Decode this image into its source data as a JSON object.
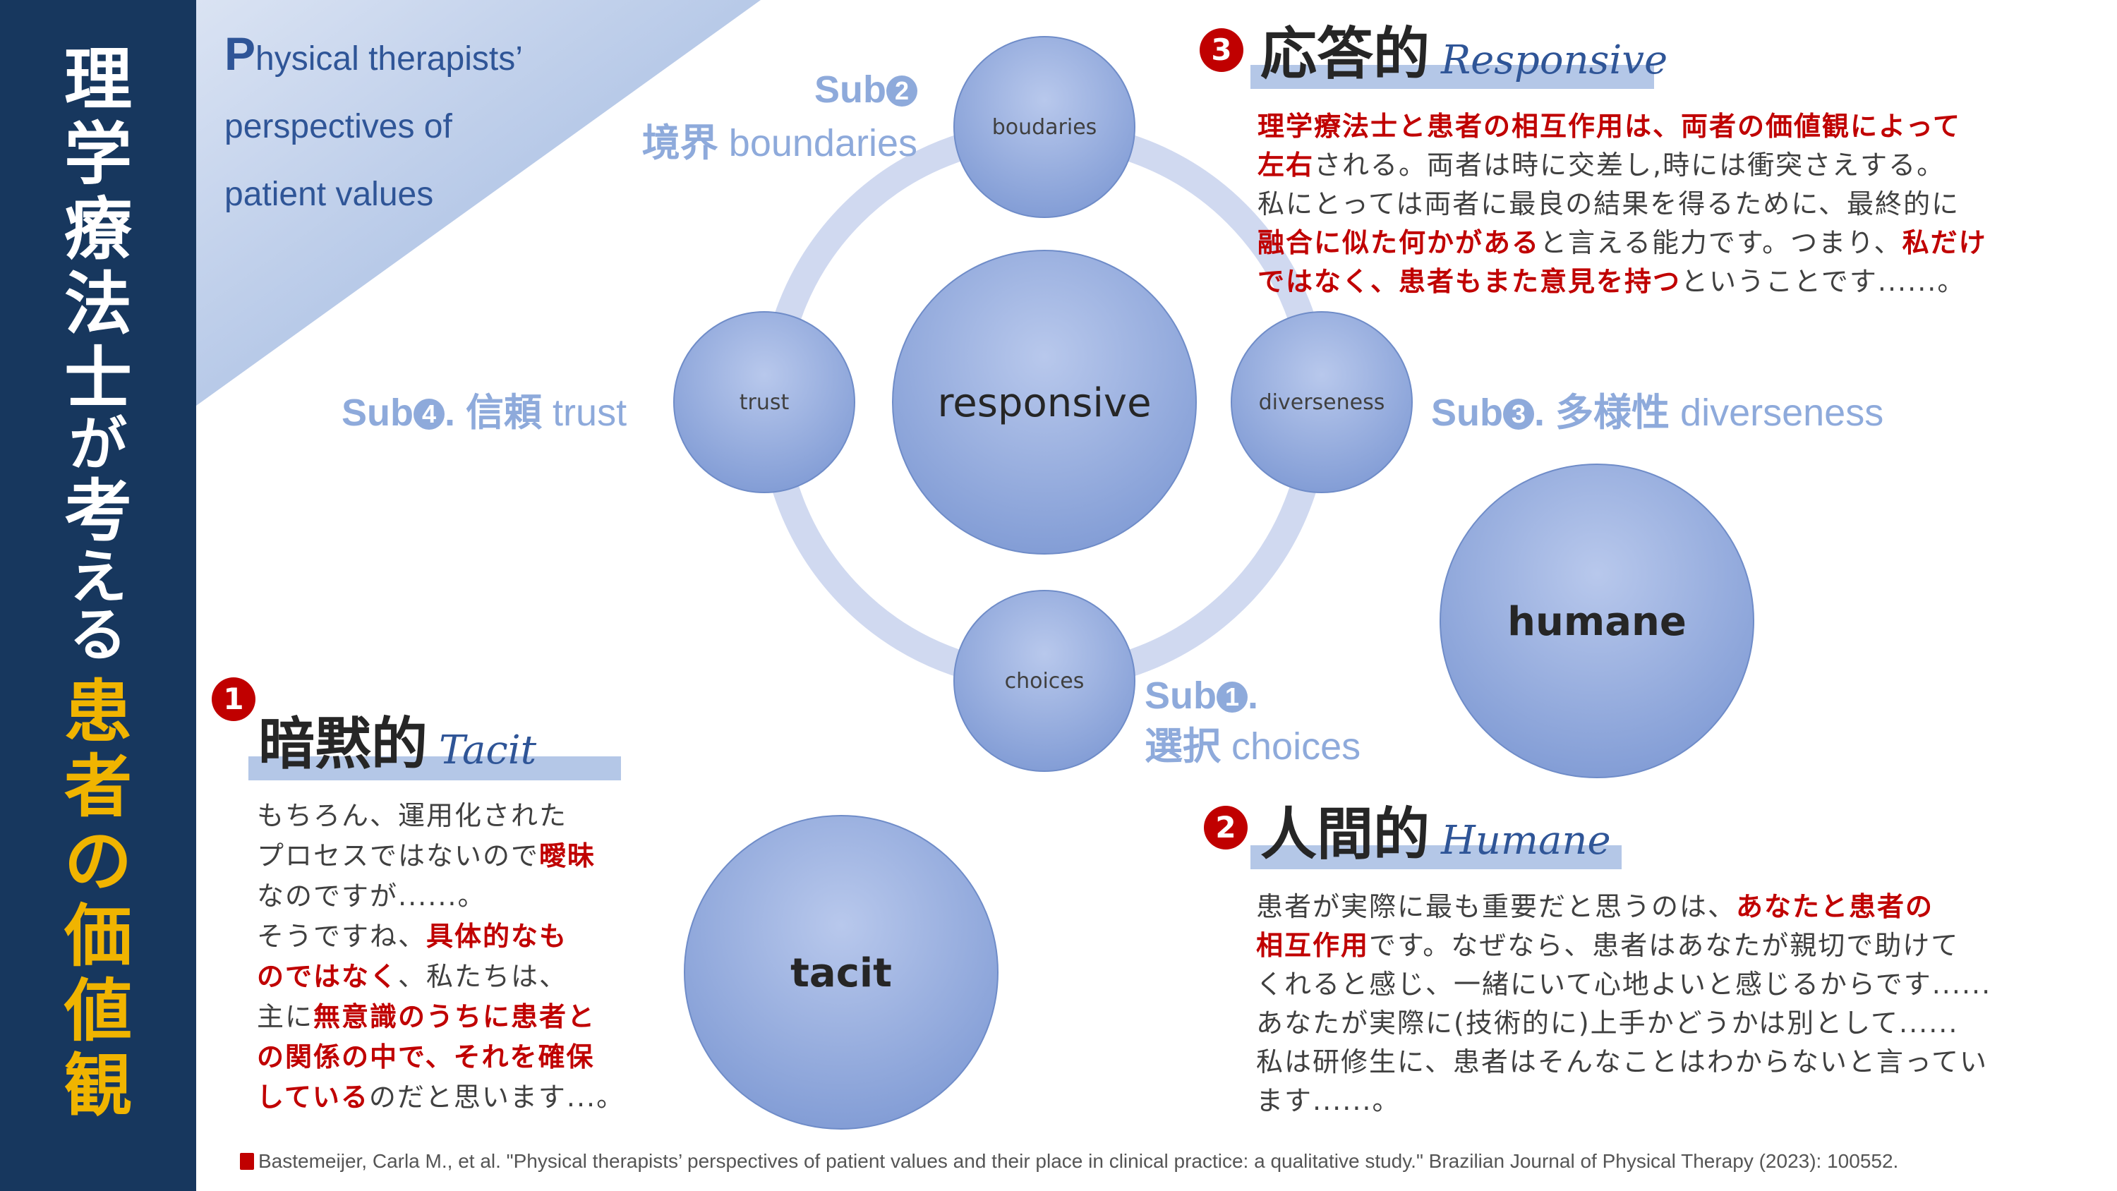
{
  "sidebar": {
    "title_white": [
      "理",
      "学",
      "療",
      "法",
      "士",
      "が",
      "考",
      "え",
      "る"
    ],
    "title_yellow": [
      "患",
      "者",
      "の",
      "価",
      "値",
      "観"
    ]
  },
  "header": {
    "title_lines": [
      "hysical therapists’",
      "perspectives of",
      "patient values"
    ],
    "title_cap": "P"
  },
  "diagram": {
    "center": "responsive",
    "nodes": {
      "top": "boudaries",
      "left": "trust",
      "right": "diverseness",
      "bottom": "choices"
    },
    "standalone": {
      "humane": "humane",
      "tacit": "tacit"
    },
    "colors": {
      "circle_fill": "#8faadc",
      "ring": "#d0d9f0",
      "sub_label": "#8eaadb",
      "highlight": "#c00000",
      "sidebar": "#17375e",
      "accent_yellow": "#f0b400"
    }
  },
  "sub_labels": {
    "sub1": {
      "prefix": "Sub",
      "num": "1",
      "suffix": ".",
      "jp": "選択",
      "en": "choices"
    },
    "sub2": {
      "prefix": "Sub",
      "num": "2",
      "jp": "境界",
      "en": "boundaries"
    },
    "sub3": {
      "prefix": "Sub",
      "num": "3",
      "suffix": ".",
      "jp": "多様性",
      "en": "diverseness"
    },
    "sub4": {
      "prefix": "Sub",
      "num": "4",
      "suffix": ".",
      "jp": "信頼",
      "en": "trust"
    }
  },
  "sections": {
    "tacit": {
      "num": "1",
      "title_jp": "暗黙的",
      "title_en": "Tacit",
      "lines": [
        [
          {
            "t": "もちろん、運用化された"
          }
        ],
        [
          {
            "t": "プロセスではないので"
          },
          {
            "t": "曖昧",
            "r": true
          }
        ],
        [
          {
            "t": "なのですが......。"
          }
        ],
        [
          {
            "t": "そうですね、"
          },
          {
            "t": "具体的なも",
            "r": true
          }
        ],
        [
          {
            "t": "のではなく",
            "r": true
          },
          {
            "t": "、私たちは、"
          }
        ],
        [
          {
            "t": "主に"
          },
          {
            "t": "無意識のうちに患者と",
            "r": true
          }
        ],
        [
          {
            "t": "の関係の中で、それを確保",
            "r": true
          }
        ],
        [
          {
            "t": "している",
            "r": true
          },
          {
            "t": "のだと思います...。"
          }
        ]
      ]
    },
    "humane": {
      "num": "2",
      "title_jp": "人間的",
      "title_en": "Humane",
      "lines": [
        [
          {
            "t": "患者が実際に最も重要だと思うのは、"
          },
          {
            "t": "あなたと患者の",
            "r": true
          }
        ],
        [
          {
            "t": "相互作用",
            "r": true
          },
          {
            "t": "です。なぜなら、患者はあなたが親切で助けて"
          }
        ],
        [
          {
            "t": "くれると感じ、一緒にいて心地よいと感じるからです......"
          }
        ],
        [
          {
            "t": "あなたが実際に(技術的に)上手かどうかは別として......"
          }
        ],
        [
          {
            "t": "私は研修生に、患者はそんなことはわからないと言ってい"
          }
        ],
        [
          {
            "t": "ます......。"
          }
        ]
      ]
    },
    "responsive": {
      "num": "3",
      "title_jp": "応答的",
      "title_en": "Responsive",
      "lines": [
        [
          {
            "t": "理学療法士と患者の相互作用は、両者の価値観によって",
            "r": true
          }
        ],
        [
          {
            "t": "左右",
            "r": true
          },
          {
            "t": "される。両者は時に交差し,時には衝突さえする。"
          }
        ],
        [
          {
            "t": "私にとっては両者に最良の結果を得るために、最終的に"
          }
        ],
        [
          {
            "t": "融合に似た何かがある",
            "r": true
          },
          {
            "t": "と言える能力です。つまり、"
          },
          {
            "t": "私だけ",
            "r": true
          }
        ],
        [
          {
            "t": "ではなく、患者もまた意見を持つ",
            "r": true
          },
          {
            "t": "ということです......。"
          }
        ]
      ]
    }
  },
  "citation": "Bastemeijer, Carla M., et al. \"Physical therapists’ perspectives of patient values and their place in clinical practice: a qualitative study.\" Brazilian Journal of Physical Therapy (2023): 100552."
}
